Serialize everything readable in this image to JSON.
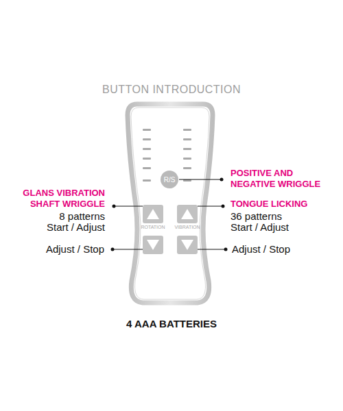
{
  "diagram": {
    "title": "BUTTON INTRODUCTION",
    "caption": "4 AAA BATTERIES",
    "nodes": [
      {
        "text": [
          "R/S"
        ]
      }
    ],
    "labels": [
      "POSITIVE AND NEGATIVE WRIGGLE",
      "GLANS VIBRATION SHAFT WRIGGLE",
      "8 patterns",
      "Start / Adjust",
      "TONGUE LICKING",
      "36 patterns",
      "Start / Adjust",
      "Adjust / Stop",
      "Adjust / Stop",
      "ROTATION",
      "VIBRATION"
    ]
  }
}
